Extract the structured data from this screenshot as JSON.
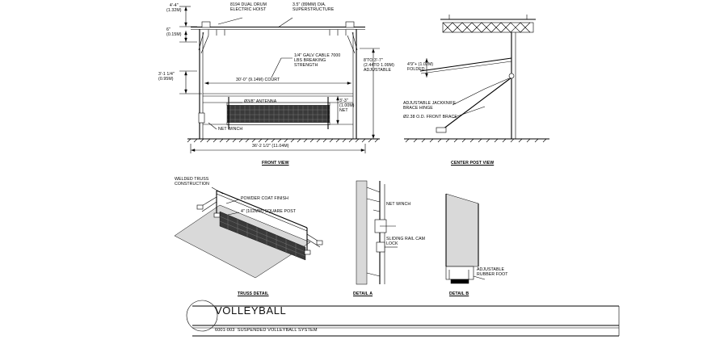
{
  "drawing": {
    "title": "VOLLEYBALL",
    "subtitle": "6001-003  SUSPENDED VOLLEYBALL SYSTEM",
    "views": {
      "front": "FRONT VIEW",
      "center_post": "CENTER POST VIEW",
      "truss": "TRUSS DETAIL",
      "detail_a": "DETAIL A",
      "detail_b": "DETAIL B"
    },
    "front_view_labels": [
      {
        "id": "hoist",
        "text": "8194 DUAL DRUM\nELECTRIC HOIST"
      },
      {
        "id": "superstructure",
        "text": "3.5\" (89MM) DIA.\nSUPERSTRUCTURE"
      },
      {
        "id": "cable",
        "text": "1/4\" GALV CABLE 7000\nLBS BREAKING\nSTRENGTH"
      },
      {
        "id": "antenna",
        "text": "Ø3/8\" ANTENNA"
      },
      {
        "id": "netwinch",
        "text": "NET WINCH"
      },
      {
        "id": "court",
        "text": "30'-0\" (9.14M) COURT"
      },
      {
        "id": "net",
        "text": "3'-3\"\n(1.00M)\nNET"
      },
      {
        "id": "adjustable",
        "text": "8'TO 3'-7\"\n(2.44TO 1.09M)\nADJUSTABLE"
      },
      {
        "id": "overall",
        "text": "36'-2 1/2\" (11.04M)"
      }
    ],
    "front_dimensions": [
      {
        "id": "dim-4-4",
        "text": "4'-4\"\n(1.32M)"
      },
      {
        "id": "dim-6",
        "text": "6\"\n(0.15M)"
      },
      {
        "id": "dim-3-1-1-4",
        "text": "3'-1 1/4\"\n(0.95M)"
      }
    ],
    "center_post_labels": [
      {
        "id": "folded",
        "text": "4'9\"+ (1.02M)\nFOLDED"
      },
      {
        "id": "jackknife",
        "text": "ADJUSTABLE JACKKNIFE\nBRACE HINGE"
      },
      {
        "id": "front-brace",
        "text": "Ø2.38 O.D. FRONT BRACE"
      }
    ],
    "truss_labels": [
      {
        "id": "welded-truss",
        "text": "WELDED TRUSS\nCONSTRUCTION"
      },
      {
        "id": "powder-coat",
        "text": "POWDER COAT FINISH"
      },
      {
        "id": "square-post",
        "text": "4\" (102MM) SQUARE POST"
      }
    ],
    "detail_a_labels": [
      {
        "id": "net-winch-a",
        "text": "NET WINCH"
      },
      {
        "id": "sliding-rail",
        "text": "SLIDING RAIL CAM\nLOCK"
      }
    ],
    "detail_b_labels": [
      {
        "id": "rubber-foot",
        "text": "ADJUSTABLE\nRUBBER FOOT"
      }
    ]
  }
}
